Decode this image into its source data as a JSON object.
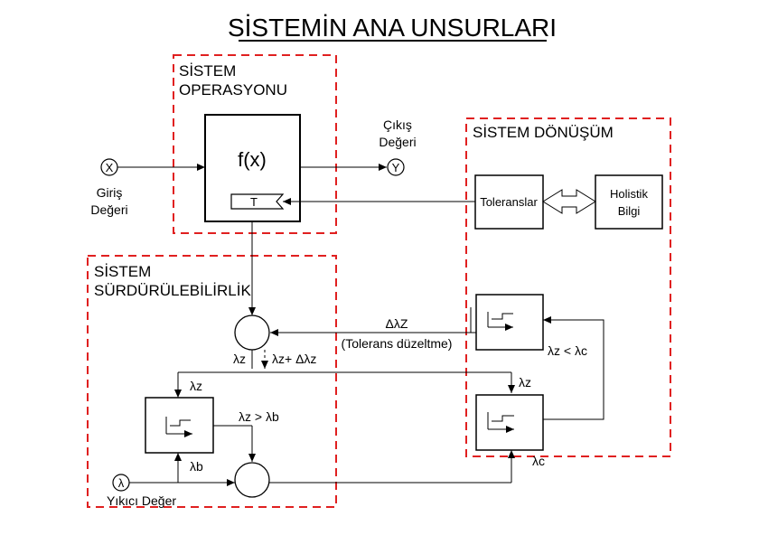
{
  "title": "SİSTEMİN ANA UNSURLARI",
  "regions": {
    "operation": [
      "SİSTEM",
      "OPERASYONU"
    ],
    "transformation": "SİSTEM DÖNÜŞÜM",
    "sustainability": [
      "SİSTEM",
      "SÜRDÜRÜLEBİLİRLİK"
    ]
  },
  "nodes": {
    "x_symbol": "X",
    "y_symbol": "Y",
    "lambda_symbol": "λ",
    "function": "f(x)",
    "t_tag": "T",
    "tolerances": "Toleranslar",
    "holistic": [
      "Holistik",
      "Bilgi"
    ]
  },
  "labels": {
    "input": [
      "Giriş",
      "Değeri"
    ],
    "output": [
      "Çıkış",
      "Değeri"
    ],
    "delta_lambda_z": "ΔλZ",
    "tolerance_adjust": "(Tolerans düzeltme)",
    "lambda_z": "λz",
    "lambda_z_plus": "λz+ Δλz",
    "lambda_z_left": "λz",
    "lambda_z_right": "λz",
    "lambda_z_gt_b": "λz > λb",
    "lambda_b": "λb",
    "lambda_c": "λc",
    "lambda_z_lt_c": "λz < λc",
    "destructive": "Yıkıcı Değer"
  },
  "colors": {
    "region_border": "#e02020",
    "line": "#000000"
  }
}
